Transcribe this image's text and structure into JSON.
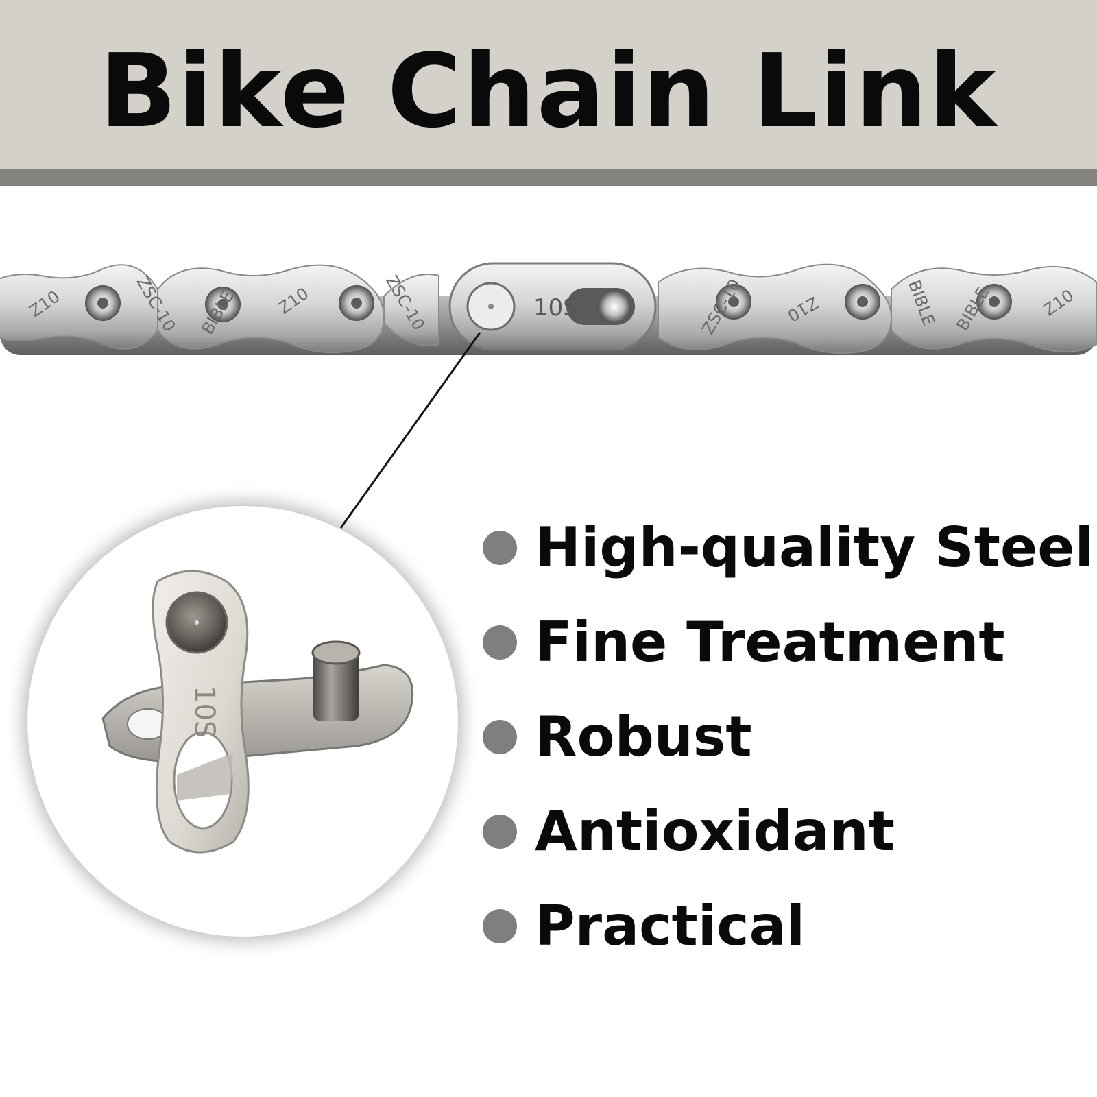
{
  "title": "Bike Chain Link",
  "chain": {
    "link_label": "10S",
    "plate_markings": [
      "Z10",
      "ZSC-10",
      "BIBLE"
    ]
  },
  "zoom": {
    "plate_label": "10S"
  },
  "features": [
    "High-quality Steel",
    "Fine Treatment",
    "Robust",
    "Antioxidant",
    "Practical"
  ],
  "colors": {
    "banner": "#d4d1cb",
    "stripe": "#858380",
    "bullet": "#7f7f7f",
    "text": "#0a0a0a"
  }
}
